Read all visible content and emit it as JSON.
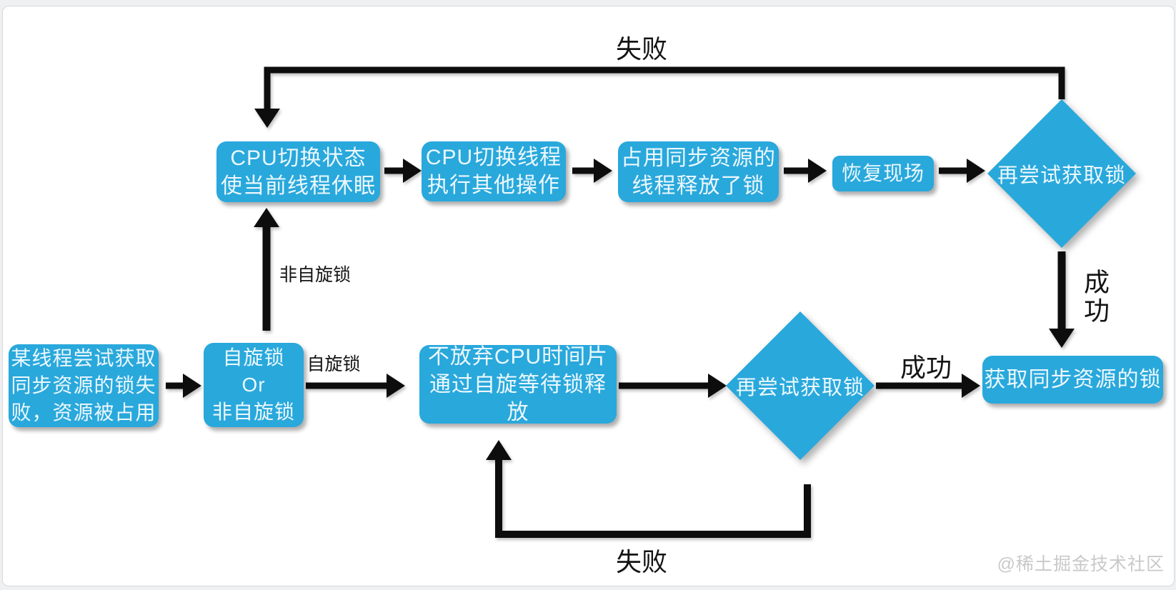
{
  "diagram": {
    "nodes": {
      "try_fail": {
        "lines": [
          "某线程尝试获取",
          "同步资源的锁失",
          "败，资源被占用"
        ]
      },
      "lock_type": {
        "lines": [
          "自旋锁",
          "Or",
          "非自旋锁"
        ]
      },
      "cpu_switch_state": {
        "lines": [
          "CPU切换状态",
          "使当前线程休眠"
        ]
      },
      "cpu_switch_thread": {
        "lines": [
          "CPU切换线程",
          "执行其他操作"
        ]
      },
      "owner_release": {
        "lines": [
          "占用同步资源的",
          "线程释放了锁"
        ]
      },
      "restore_scene": {
        "label": "恢复现场"
      },
      "retry_top": {
        "label": "再尝试获取锁"
      },
      "spin_wait": {
        "lines": [
          "不放弃CPU时间片",
          "通过自旋等待锁释放"
        ]
      },
      "retry_bottom": {
        "label": "再尝试获取锁"
      },
      "acquired": {
        "label": "获取同步资源的锁"
      }
    },
    "edge_labels": {
      "fail_top": "失败",
      "fail_bottom": "失败",
      "success_vertical": "成功",
      "success_horizontal": "成功",
      "spin_lock": "自旋锁",
      "non_spin_lock": "非自旋锁"
    },
    "colors": {
      "node_fill": "#29a8dc",
      "node_text": "#ecf8fd",
      "connector": "#0d0d0d",
      "watermark": "#c9c9c9"
    }
  },
  "watermark": "@稀土掘金技术社区"
}
